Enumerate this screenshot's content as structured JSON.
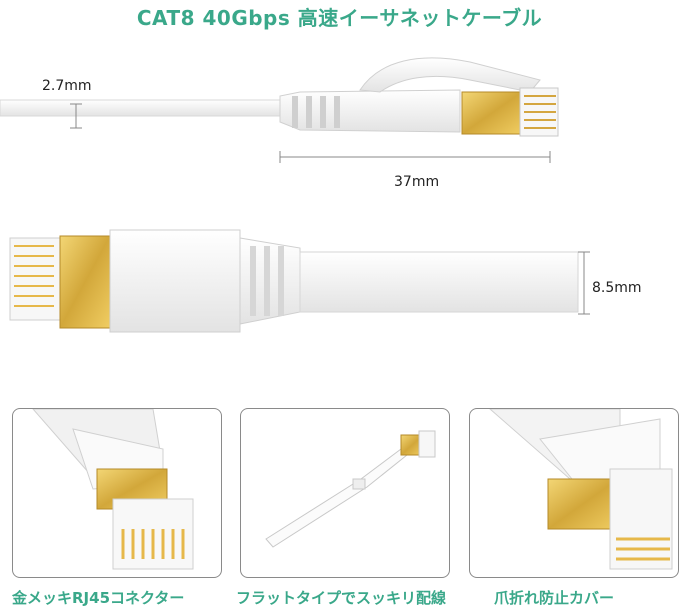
{
  "title": "CAT8 40Gbps 高速イーサネットケーブル",
  "dimensions": {
    "cable_thickness": "2.7mm",
    "plug_length": "37mm",
    "cable_width": "8.5mm"
  },
  "features": [
    {
      "caption": "金メッキRJ45コネクター"
    },
    {
      "caption": "フラットタイプでスッキリ配線"
    },
    {
      "caption": "爪折れ防止カバー"
    }
  ],
  "colors": {
    "accent": "#3aa88a",
    "gold": "#d9b54a",
    "cable": "#f3f3f3",
    "border": "#8a8a8a"
  }
}
